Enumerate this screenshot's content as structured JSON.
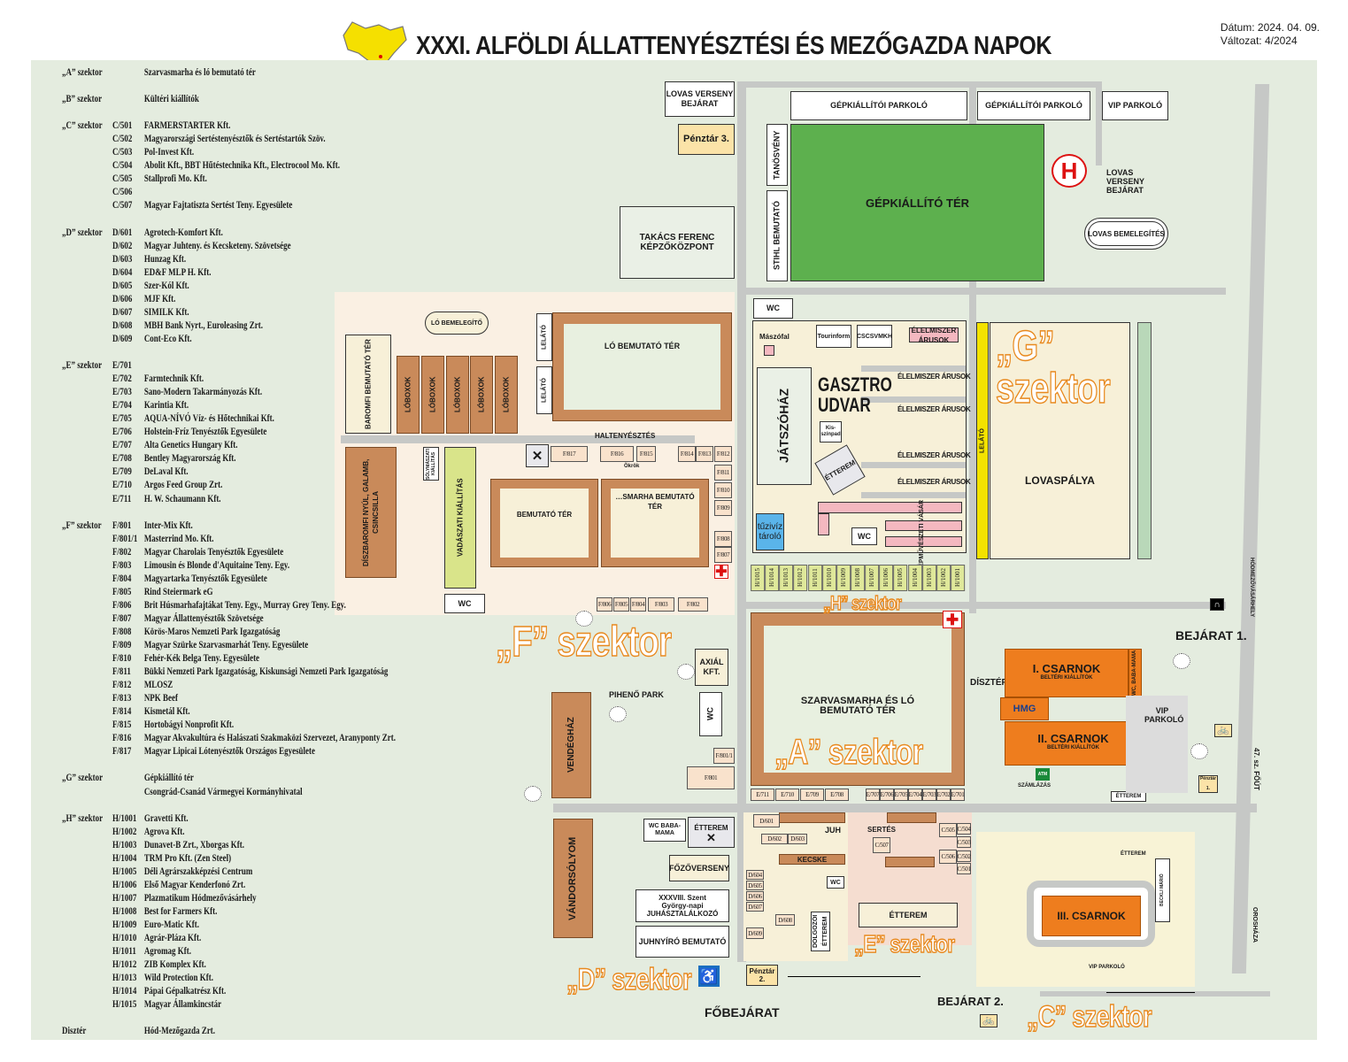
{
  "header": {
    "title": "XXXI. ALFÖLDI ÁLLATTENYÉSZTÉSI ÉS MEZŐGAZDA NAPOK",
    "date": "Dátum: 2024. 04. 09.",
    "version": "Változat: 4/2024"
  },
  "colors": {
    "road": "#c6c8c6",
    "map_bg": "#e4ecdf",
    "brown": "#c98a5a",
    "orange_hall": "#ee7d1e",
    "green_field": "#5db04e",
    "sector_outline": "#e8891e"
  },
  "legend": [
    {
      "sector": "„A” szektor",
      "items": [
        {
          "code": "",
          "name": "Szarvasmarha és ló bemutató tér"
        }
      ]
    },
    {
      "sector": "„B” szektor",
      "items": [
        {
          "code": "",
          "name": "Kültéri kiállítók"
        }
      ]
    },
    {
      "sector": "„C” szektor",
      "items": [
        {
          "code": "C/501",
          "name": "FARMERSTARTER Kft."
        },
        {
          "code": "C/502",
          "name": "Magyarországi Sertéstenyésztők és Sertéstartók Szöv."
        },
        {
          "code": "C/503",
          "name": "Pol-Invest Kft."
        },
        {
          "code": "C/504",
          "name": "Abolit Kft., BBT Hűtéstechnika Kft., Electrocool Mo. Kft."
        },
        {
          "code": "C/505",
          "name": "Stallprofi Mo. Kft."
        },
        {
          "code": "C/506",
          "name": ""
        },
        {
          "code": "C/507",
          "name": "Magyar Fajtatiszta Sertést Teny. Egyesülete"
        }
      ]
    },
    {
      "sector": "„D” szektor",
      "items": [
        {
          "code": "D/601",
          "name": "Agrotech-Komfort Kft."
        },
        {
          "code": "D/602",
          "name": "Magyar Juhteny. és Kecsketeny. Szövetsége"
        },
        {
          "code": "D/603",
          "name": "Hunzag Kft."
        },
        {
          "code": "D/604",
          "name": "ED&F MLP H. Kft."
        },
        {
          "code": "D/605",
          "name": "Szer-Kól Kft."
        },
        {
          "code": "D/606",
          "name": "MJF Kft."
        },
        {
          "code": "D/607",
          "name": "SIMILK Kft."
        },
        {
          "code": "D/608",
          "name": "MBH Bank Nyrt., Euroleasing Zrt."
        },
        {
          "code": "D/609",
          "name": "Cont-Eco Kft."
        }
      ]
    },
    {
      "sector": "„E” szektor",
      "items": [
        {
          "code": "E/701",
          "name": ""
        },
        {
          "code": "E/702",
          "name": "Farmtechnik Kft."
        },
        {
          "code": "E/703",
          "name": "Sano-Modern Takarmányozás Kft."
        },
        {
          "code": "E/704",
          "name": "Karintia Kft."
        },
        {
          "code": "E/705",
          "name": "AQUA-NÍVÓ Víz- és Hőtechnikai Kft."
        },
        {
          "code": "E/706",
          "name": "Holstein-Fríz Tenyésztők Egyesülete"
        },
        {
          "code": "E/707",
          "name": "Alta Genetics Hungary Kft."
        },
        {
          "code": "E/708",
          "name": "Bentley Magyarország Kft."
        },
        {
          "code": "E/709",
          "name": "DeLaval Kft."
        },
        {
          "code": "E/710",
          "name": "Argos Feed Group Zrt."
        },
        {
          "code": "E/711",
          "name": "H. W. Schaumann Kft."
        }
      ]
    },
    {
      "sector": "„F” szektor",
      "items": [
        {
          "code": "F/801",
          "name": "Inter-Mix Kft."
        },
        {
          "code": "F/801/1",
          "name": "Masterrind Mo. Kft."
        },
        {
          "code": "F/802",
          "name": "Magyar Charolais Tenyésztők Egyesülete"
        },
        {
          "code": "F/803",
          "name": "Limousin és Blonde d'Aquitaine Teny. Egy."
        },
        {
          "code": "F/804",
          "name": "Magyartarka Tenyésztők Egyesülete"
        },
        {
          "code": "F/805",
          "name": "Rind Steiermark eG"
        },
        {
          "code": "F/806",
          "name": "Brit Húsmarhafajtákat Teny. Egy., Murray Grey Teny. Egy."
        },
        {
          "code": "F/807",
          "name": "Magyar Állattenyésztők Szövetsége"
        },
        {
          "code": "F/808",
          "name": "Körös-Maros Nemzeti Park Igazgatóság"
        },
        {
          "code": "F/809",
          "name": "Magyar Szürke Szarvasmarhát Teny. Egyesülete"
        },
        {
          "code": "F/810",
          "name": "Fehér-Kék Belga Teny. Egyesülete"
        },
        {
          "code": "F/811",
          "name": "Bükki Nemzeti Park Igazgatóság, Kiskunsági Nemzeti Park Igazgatóság"
        },
        {
          "code": "F/812",
          "name": "MLOSZ"
        },
        {
          "code": "F/813",
          "name": "NPK Beef"
        },
        {
          "code": "F/814",
          "name": "Kismetál Kft."
        },
        {
          "code": "F/815",
          "name": "Hortobágyi Nonprofit Kft."
        },
        {
          "code": "F/816",
          "name": "Magyar Akvakultúra és Halászati Szakmaközi Szervezet, Aranyponty Zrt."
        },
        {
          "code": "F/817",
          "name": "Magyar Lipicai Lótenyésztők Országos Egyesülete"
        }
      ]
    },
    {
      "sector": "„G” szektor",
      "items": [
        {
          "code": "",
          "name": "Gépkiállító tér"
        },
        {
          "code": "",
          "name": "Csongrád-Csanád Vármegyei Kormányhivatal"
        }
      ]
    },
    {
      "sector": "„H” szektor",
      "items": [
        {
          "code": "H/1001",
          "name": "Gravetti Kft."
        },
        {
          "code": "H/1002",
          "name": "Agrova Kft."
        },
        {
          "code": "H/1003",
          "name": "Dunavet-B Zrt., Xborgas Kft."
        },
        {
          "code": "H/1004",
          "name": "TRM Pro Kft. (Zen Steel)"
        },
        {
          "code": "H/1005",
          "name": "Déli Agrárszakképzési Centrum"
        },
        {
          "code": "H/1006",
          "name": "Első Magyar Kenderfonó Zrt."
        },
        {
          "code": "H/1007",
          "name": "Plazmatikum Hódmezővásárhely"
        },
        {
          "code": "H/1008",
          "name": "Best for Farmers Kft."
        },
        {
          "code": "H/1009",
          "name": "Euro-Matic Kft."
        },
        {
          "code": "H/1010",
          "name": "Agrár-Pláza Kft."
        },
        {
          "code": "H/1011",
          "name": "Agromag Kft."
        },
        {
          "code": "H/1012",
          "name": "ZIB Komplex Kft."
        },
        {
          "code": "H/1013",
          "name": "Wild Protection Kft."
        },
        {
          "code": "H/1014",
          "name": "Pápai Gépalkatrész Kft."
        },
        {
          "code": "H/1015",
          "name": "Magyar Államkincstár"
        }
      ]
    },
    {
      "sector": "Disztér",
      "items": [
        {
          "code": "",
          "name": "Hód-Mezőgazda Zrt."
        }
      ]
    }
  ],
  "map": {
    "lovas_verseny_bejarat": "LOVAS VERSENY BEJÁRAT",
    "penztar3": "Pénztár 3.",
    "gep_parkolo": "GÉPKIÁLLÍTÓI PARKOLÓ",
    "vip_parkolo": "VIP PARKOLÓ",
    "helipad": "H",
    "tanosveny": "TANÖSVÉNY",
    "stihl": "STIHL BEMUTATÓ",
    "gepkiallito_ter": "GÉPKIÁLLÍTÓ TÉR",
    "lovas_bemelegites": "LOVAS BEMELEGÍTÉS",
    "takacs": "TAKÁCS FERENC KÉPZŐKÖZPONT",
    "wc": "WC",
    "maszofal": "Mászófal",
    "tourinform": "Tourinform",
    "cscsvmkh": "CSCSVMKH",
    "elelmiszer": "ÉLELMISZER ÁRUSOK",
    "jatszohaz": "JÁTSZÓHÁZ",
    "gasztro": "GASZTRO UDVAR",
    "kisszinpad": "Kis-színpad",
    "etterem": "ÉTTEREM",
    "tuziviz": "tűzivíz tároló",
    "nepmuveszeti": "NÉPMŰVÉSZETI VÁSÁR",
    "lelato": "LELÁTÓ",
    "lovaspalya": "LOVASPÁLYA",
    "h_cells": [
      "H/1015",
      "H/1014",
      "H/1013",
      "H/1012",
      "H/1011",
      "H/1010",
      "H/1009",
      "H/1008",
      "H/1007",
      "H/1006",
      "H/1005",
      "H/1004",
      "H/1003",
      "H/1002",
      "H/1001"
    ],
    "lo_bemelegito": "LÓ BEMELEGÍTŐ",
    "baromfi": "BAROMFI BEMUTATÓ TÉR",
    "loboxok": "LÓBOXOK",
    "lo_bemutato": "LÓ BEMUTATÓ TÉR",
    "haltenyesztes": "HALTENYÉSZTÉS",
    "okrok": "Ökrök",
    "diszbaromfi": "DÍSZBAROMFI NYÚL, GALAMB, CSINCSILLA",
    "solymaszati": "SÓLYMÁSZATI KIÁLLÍTÁS",
    "vadaszati": "VADÁSZATI KIÁLLÍTÁS",
    "marha_bemutato": "BEMUTATÓ TÉR",
    "husmarha": "…SMARHA BEMUTATÓ TÉR",
    "f_cells_top": [
      "F/817",
      "F/816",
      "F/815",
      "F/814",
      "F/813",
      "F/812",
      "F/811",
      "F/810",
      "F/809",
      "F/808",
      "F/807"
    ],
    "f_cells_bottom": [
      "F/806",
      "F/805",
      "F/804",
      "F/803",
      "F/802"
    ],
    "f801_1": "F/801/1",
    "f801": "F/801",
    "axial": "AXIÁL KFT.",
    "piheno": "PIHENŐ PARK",
    "vendeghaz": "VENDÉGHÁZ",
    "szarvasmarha_lo": "SZARVASMARHA ÉS LÓ BEMUTATÓ TÉR",
    "diszter": "DÍSZTÉR",
    "csarnok1": "I. CSARNOK",
    "csarnok2": "II. CSARNOK",
    "belteri": "BELTÉRI KIÁLLÍTÓK",
    "wc_baba": "WC, BABA-MAMA",
    "hmg": "HMG",
    "vip_parkolo2": "VIP PARKOLÓ",
    "bejarat1": "BEJÁRAT 1.",
    "fout": "47. sz. FŐÚT",
    "hodmezovasarhely": "HÓDMEZŐVÁSÁRHELY",
    "oroshaza": "OROSHÁZA",
    "penztar1": "Pénztár 1.",
    "atm": "ATM",
    "szamlazas": "SZÁMLÁZÁS",
    "e_cells": [
      "E/711",
      "E/710",
      "E/709",
      "E/708",
      "E/707",
      "E/706",
      "E/705",
      "E/704",
      "E/703",
      "E/702",
      "E/701"
    ],
    "vandorsolyom": "VÁNDORSÓLYOM",
    "wc_baba_mama": "WC BABA-MAMA",
    "fozoverseny": "FŐZŐVERSENY",
    "juhasz": "XXXVIII. Szent György-napi JUHÁSZTALÁLKOZÓ",
    "juhnyiro": "JUHNYÍRÓ BEMUTATÓ",
    "d_cells": [
      "D/601",
      "D/602",
      "D/603",
      "D/604",
      "D/605",
      "D/606",
      "D/607",
      "D/608",
      "D/609"
    ],
    "juh": "JUH",
    "kecske": "KECSKE",
    "dolgozoi": "DOLGOZÓI ÉTTEREM",
    "sertes": "SERTÉS",
    "c_cells": [
      "C/501",
      "C/502",
      "C/503",
      "C/504",
      "C/505",
      "C/506",
      "C/507"
    ],
    "penztar2": "Pénztár 2.",
    "fobejarat": "FŐBEJÁRAT",
    "bejarat2": "BEJÁRAT 2.",
    "csarnok3": "III. CSARNOK",
    "beckli": "BECKLI MÁRIÓ",
    "vip_parkolo3": "VIP PARKOLÓ",
    "sector_a": "„A” szektor",
    "sector_c": "„C” szektor",
    "sector_d": "„D” szektor",
    "sector_e": "„E” szektor",
    "sector_f": "„F” szektor",
    "sector_g": "„G” szektor",
    "sector_h": "„H” szektor"
  }
}
